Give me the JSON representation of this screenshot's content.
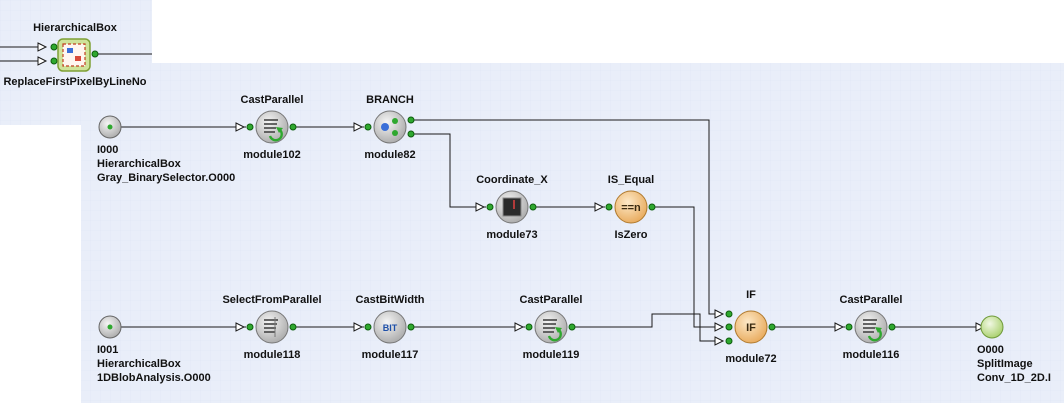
{
  "parent_block": {
    "title": "HierarchicalBox",
    "subtitle": "ReplaceFirstPixelByLineNo"
  },
  "inputs": [
    {
      "port": "I000",
      "line1": "HierarchicalBox",
      "line2": "Gray_BinarySelector.O000"
    },
    {
      "port": "I001",
      "line1": "HierarchicalBox",
      "line2": "1DBlobAnalysis.O000"
    }
  ],
  "output": {
    "port": "O000",
    "line1": "SplitImage",
    "line2": "Conv_1D_2D.I"
  },
  "modules": [
    {
      "id": "m102",
      "type": "CastParallel",
      "name": "module102",
      "icon": "cast-parallel-icon"
    },
    {
      "id": "m82",
      "type": "BRANCH",
      "name": "module82",
      "icon": "branch-icon"
    },
    {
      "id": "m73",
      "type": "Coordinate_X",
      "name": "module73",
      "icon": "coordinate-icon"
    },
    {
      "id": "isz",
      "type": "IS_Equal",
      "name": "IsZero",
      "icon": "equal-icon",
      "icon_text": "==n"
    },
    {
      "id": "m118",
      "type": "SelectFromParallel",
      "name": "module118",
      "icon": "select-parallel-icon"
    },
    {
      "id": "m117",
      "type": "CastBitWidth",
      "name": "module117",
      "icon": "bit-icon",
      "icon_text": "BIT"
    },
    {
      "id": "m119",
      "type": "CastParallel",
      "name": "module119",
      "icon": "cast-parallel-icon"
    },
    {
      "id": "m72",
      "type": "IF",
      "name": "module72",
      "icon": "if-icon",
      "icon_text": "IF"
    },
    {
      "id": "m116",
      "type": "CastParallel",
      "name": "module116",
      "icon": "cast-parallel-icon"
    }
  ],
  "colors": {
    "canvas": "#e9eef9",
    "wire": "#1a1a1a",
    "port": "#2fa82f",
    "node_grey": "#c9c9c9",
    "node_orange": "#f2c88a",
    "output_node": "#cfe6a8"
  }
}
